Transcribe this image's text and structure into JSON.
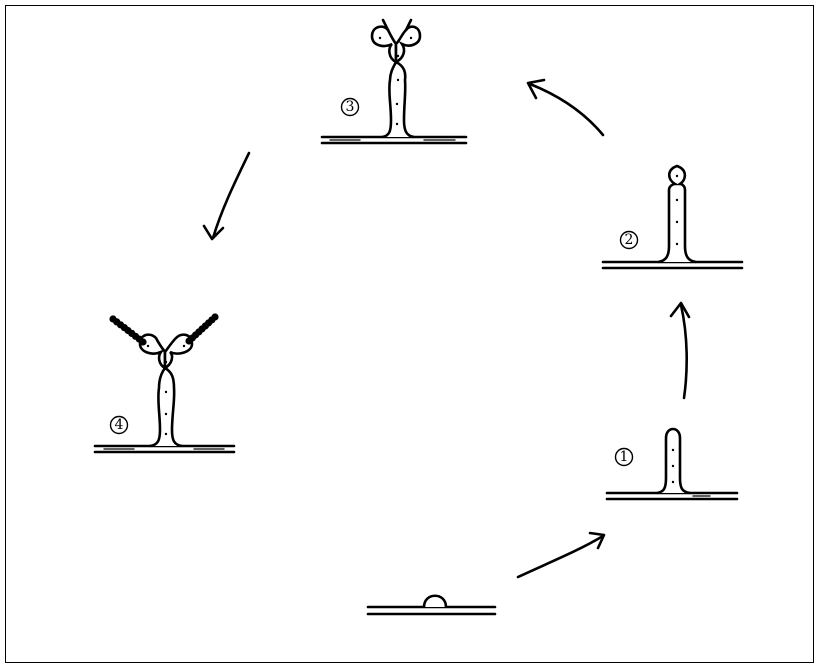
{
  "stages": [
    {
      "id": "stage-0",
      "label": ""
    },
    {
      "id": "stage-1",
      "label": "1"
    },
    {
      "id": "stage-2",
      "label": "2"
    },
    {
      "id": "stage-3",
      "label": "3"
    },
    {
      "id": "stage-4",
      "label": "4"
    }
  ],
  "colors": {
    "ink": "#000000",
    "background": "#ffffff"
  }
}
